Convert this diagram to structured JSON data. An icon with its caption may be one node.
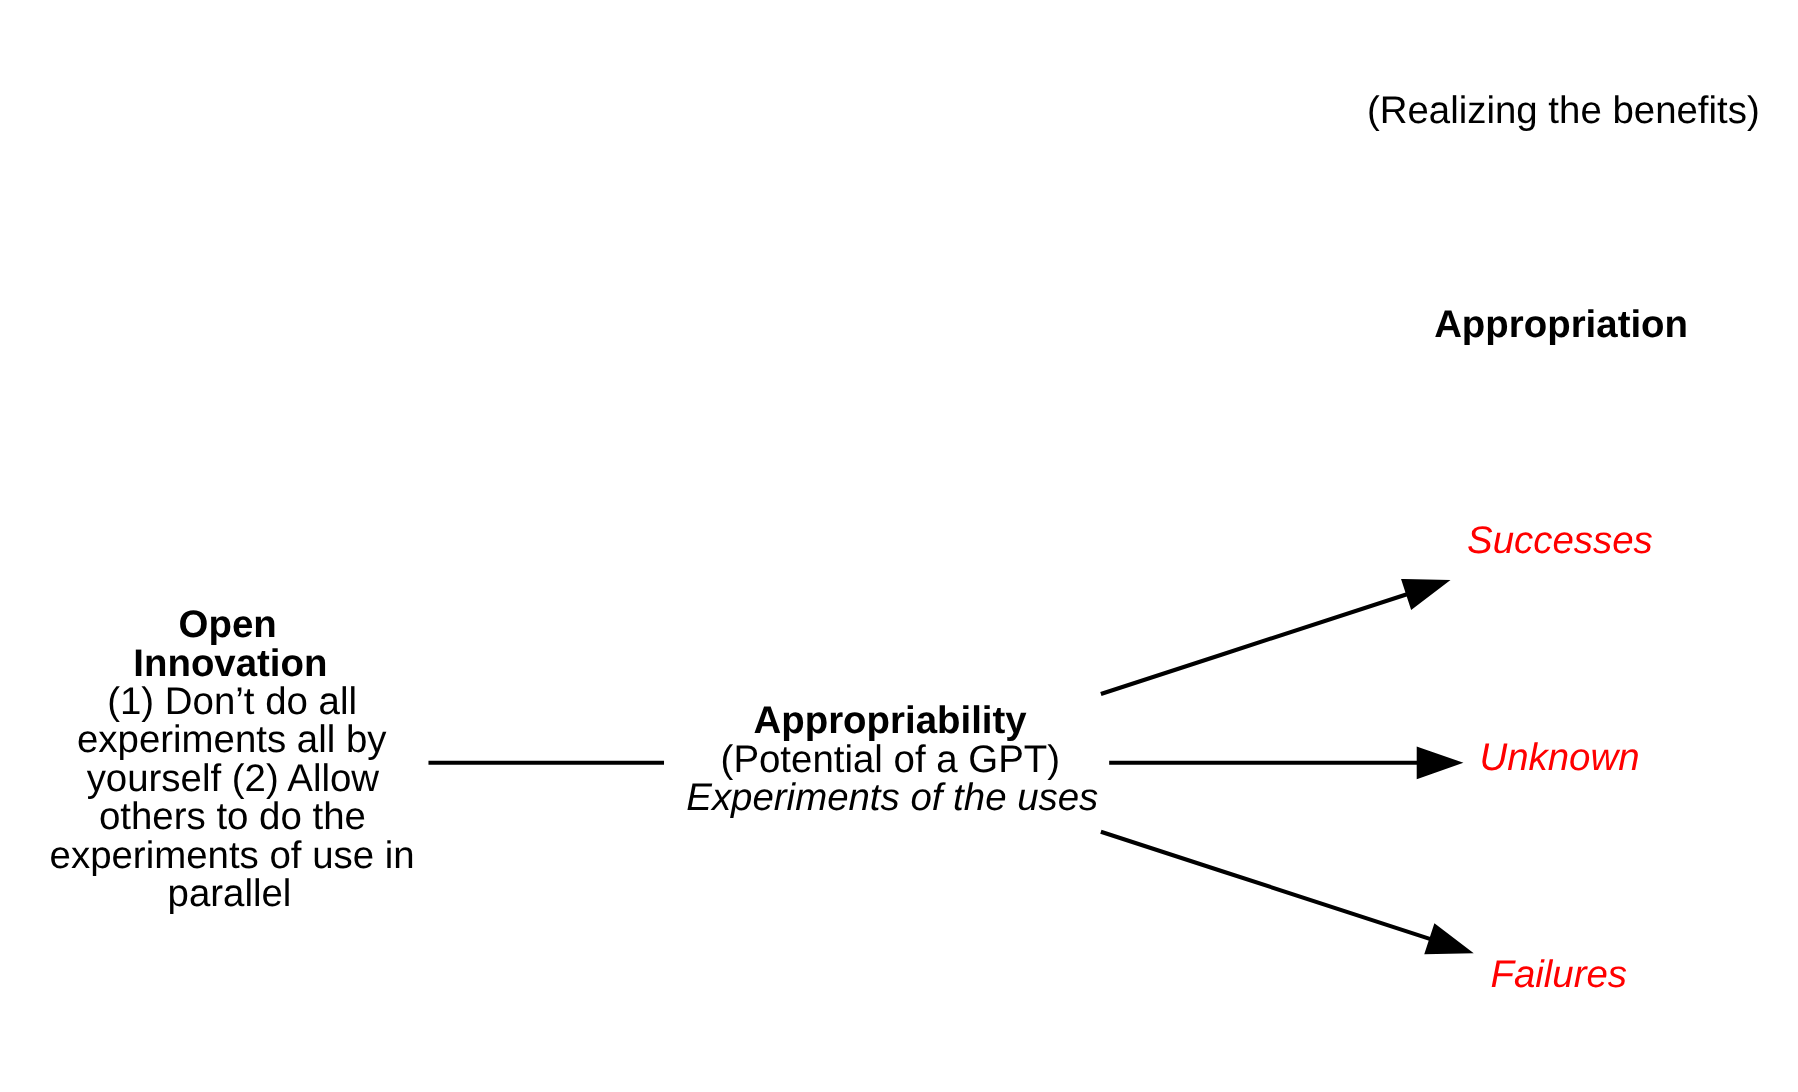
{
  "diagram": {
    "nodes": [
      {
        "text": [
          "Open Innovation",
          "(1) Don’t do all experiments all by yourself (2) Allow others to do the experiments of use in parallel"
        ]
      },
      {
        "text": [
          "Appropriability",
          "(Potential of a GPT)",
          "Experiments of the uses"
        ]
      },
      {
        "text": [
          "Successes"
        ]
      },
      {
        "text": [
          "Unknown"
        ]
      },
      {
        "text": [
          "Failures"
        ]
      }
    ],
    "edges": [
      {
        "from": 0,
        "to": 1,
        "arrow": "none"
      },
      {
        "from": 1,
        "to": 2,
        "arrow": "to"
      },
      {
        "from": 1,
        "to": 3,
        "arrow": "to"
      },
      {
        "from": 1,
        "to": 4,
        "arrow": "to"
      }
    ],
    "labels": [
      "Appropriation",
      "(Realizing the benefits)"
    ]
  }
}
